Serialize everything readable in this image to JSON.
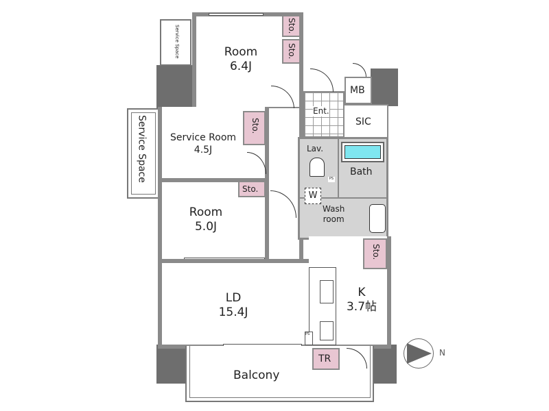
{
  "rooms": {
    "room1": {
      "name": "Room",
      "size": "6.4J"
    },
    "service_room": {
      "name": "Service Room",
      "size": "4.5J"
    },
    "room2": {
      "name": "Room",
      "size": "5.0J"
    },
    "ld": {
      "name": "LD",
      "size": "15.4J"
    },
    "kitchen": {
      "name": "K",
      "size": "3.7帖"
    },
    "balcony": {
      "name": "Balcony"
    },
    "entrance": "Ent.",
    "mb": "MB",
    "sic": "SIC",
    "lav": "Lav.",
    "bath": "Bath",
    "wash": "Wash\nroom",
    "washer": "W",
    "tr": "TR",
    "service_space_large": "Service Space",
    "service_space_small": "Service Space"
  },
  "storage_label": "Sto.",
  "ps_label": "PS",
  "compass": {
    "label": "N"
  },
  "colors": {
    "wall": "#8a8a8a",
    "pillar": "#6e6e6e",
    "storage": "#e8c6d2",
    "wet": "#d4d4d4",
    "tub": "#7fe6f0"
  }
}
